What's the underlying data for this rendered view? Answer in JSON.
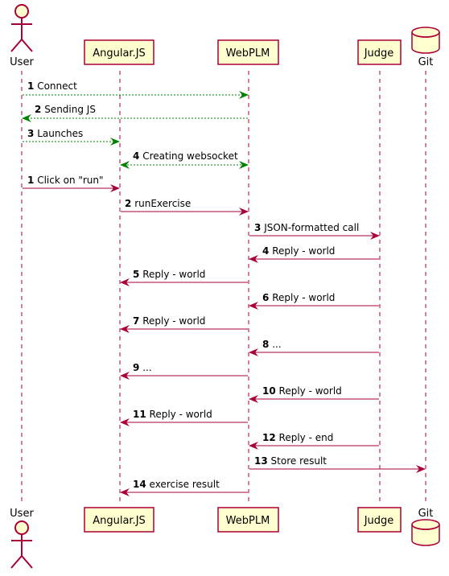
{
  "colors": {
    "box_fill": "#FEFECE",
    "box_stroke": "#A80036",
    "lifeline": "#A80036",
    "init_arrow": "#008000",
    "call_arrow": "#A80036"
  },
  "participants": {
    "user": {
      "label": "User",
      "shape": "actor"
    },
    "angular": {
      "label": "Angular.JS",
      "shape": "box"
    },
    "webplm": {
      "label": "WebPLM",
      "shape": "box"
    },
    "judge": {
      "label": "Judge",
      "shape": "box"
    },
    "git": {
      "label": "Git",
      "shape": "database"
    }
  },
  "init_messages": [
    {
      "num": "1",
      "text": "Connect",
      "from": "user",
      "to": "webplm",
      "style": "dashed"
    },
    {
      "num": "2",
      "text": "Sending JS",
      "from": "webplm",
      "to": "user",
      "style": "dashed"
    },
    {
      "num": "3",
      "text": "Launches",
      "from": "user",
      "to": "angular",
      "style": "dashed"
    },
    {
      "num": "4",
      "text": "Creating websocket",
      "from": "angular",
      "to": "webplm",
      "style": "dashed",
      "bidirectional": true
    }
  ],
  "run_messages": [
    {
      "num": "1",
      "text": "Click on \"run\"",
      "from": "user",
      "to": "angular"
    },
    {
      "num": "2",
      "text": "runExercise",
      "from": "angular",
      "to": "webplm"
    },
    {
      "num": "3",
      "text": "JSON-formatted call",
      "from": "webplm",
      "to": "judge"
    },
    {
      "num": "4",
      "text": "Reply - world",
      "from": "judge",
      "to": "webplm"
    },
    {
      "num": "5",
      "text": "Reply - world",
      "from": "webplm",
      "to": "angular"
    },
    {
      "num": "6",
      "text": "Reply - world",
      "from": "judge",
      "to": "webplm"
    },
    {
      "num": "7",
      "text": "Reply - world",
      "from": "webplm",
      "to": "angular"
    },
    {
      "num": "8",
      "text": "...",
      "from": "judge",
      "to": "webplm"
    },
    {
      "num": "9",
      "text": "...",
      "from": "webplm",
      "to": "angular"
    },
    {
      "num": "10",
      "text": "Reply - world",
      "from": "judge",
      "to": "webplm"
    },
    {
      "num": "11",
      "text": "Reply - world",
      "from": "webplm",
      "to": "angular"
    },
    {
      "num": "12",
      "text": "Reply - end",
      "from": "judge",
      "to": "webplm"
    },
    {
      "num": "13",
      "text": "Store result",
      "from": "webplm",
      "to": "git"
    },
    {
      "num": "14",
      "text": "exercise result",
      "from": "webplm",
      "to": "angular"
    }
  ]
}
